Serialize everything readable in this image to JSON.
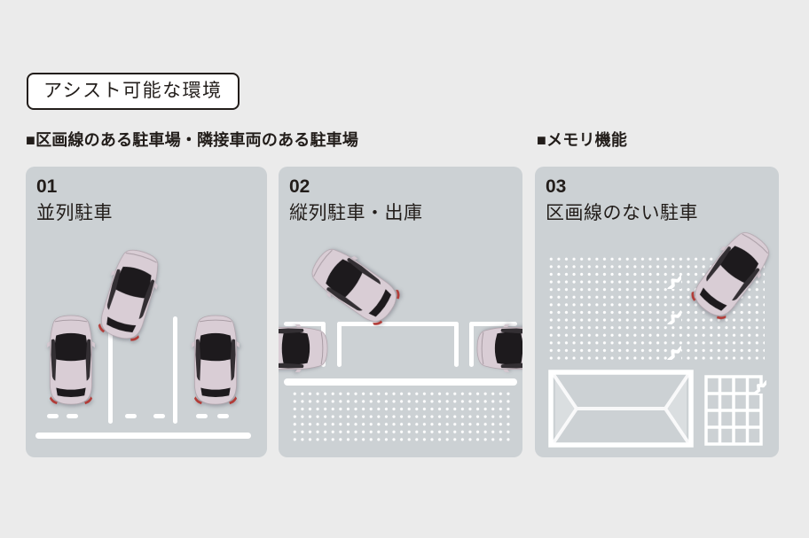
{
  "title_badge": "アシスト可能な環境",
  "sections": {
    "left_label": "■区画線のある駐車場・隣接車両のある駐車場",
    "right_label": "■メモリ機能"
  },
  "panels": [
    {
      "number": "01",
      "title": "並列駐車"
    },
    {
      "number": "02",
      "title": "縦列駐車・出庫"
    },
    {
      "number": "03",
      "title": "区画線のない駐車"
    }
  ],
  "icons": {
    "car": "car-top-view-icon",
    "memory_marker": "memory-marker-icon",
    "parking_space": "parking-space-envelope-icon",
    "grid": "calibration-grid-icon"
  },
  "colors": {
    "page_background": "#ebebeb",
    "panel_background": "#ccd1d4",
    "marking_white": "#ffffff",
    "text": "#221d1a",
    "car_body": "#d9cdd5",
    "car_glass": "#1d1a1d",
    "taillight_red": "#b23c38"
  }
}
